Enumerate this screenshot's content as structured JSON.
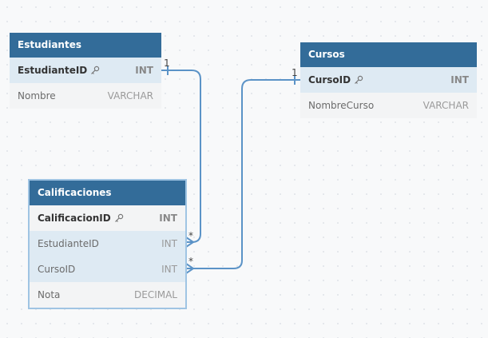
{
  "entities": [
    {
      "id": "estudiantes",
      "title": "Estudiantes",
      "fields": [
        {
          "name": "EstudianteID",
          "type": "INT",
          "pk": true
        },
        {
          "name": "Nombre",
          "type": "VARCHAR",
          "pk": false
        }
      ]
    },
    {
      "id": "cursos",
      "title": "Cursos",
      "fields": [
        {
          "name": "CursoID",
          "type": "INT",
          "pk": true
        },
        {
          "name": "NombreCurso",
          "type": "VARCHAR",
          "pk": false
        }
      ]
    },
    {
      "id": "calificaciones",
      "title": "Calificaciones",
      "fields": [
        {
          "name": "CalificacionID",
          "type": "INT",
          "pk": true
        },
        {
          "name": "EstudianteID",
          "type": "INT",
          "pk": false
        },
        {
          "name": "CursoID",
          "type": "INT",
          "pk": false
        },
        {
          "name": "Nota",
          "type": "DECIMAL",
          "pk": false
        }
      ]
    }
  ],
  "relationships": [
    {
      "from_entity": "Estudiantes",
      "from_field": "EstudianteID",
      "from_card": "1",
      "to_entity": "Calificaciones",
      "to_field": "EstudianteID",
      "to_card": "*"
    },
    {
      "from_entity": "Cursos",
      "from_field": "CursoID",
      "from_card": "1",
      "to_entity": "Calificaciones",
      "to_field": "CursoID",
      "to_card": "*"
    }
  ],
  "colors": {
    "header": "#336c99",
    "row_alt": "#deeaf3",
    "row_plain": "#f3f4f5",
    "link": "#5b93c7",
    "selected_outline": "#9fc4e3"
  },
  "icons": {
    "primary_key": "key-icon"
  }
}
